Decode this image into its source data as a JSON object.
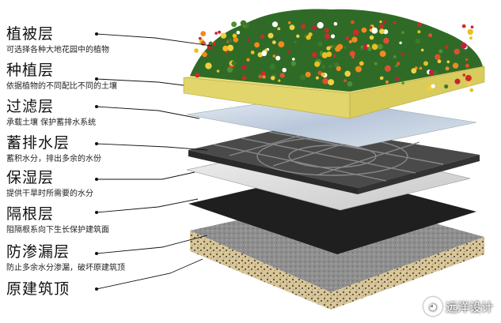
{
  "layers": [
    {
      "title": "植被层",
      "desc": "可选择各种大地花园中的植物"
    },
    {
      "title": "种植层",
      "desc": "依据植物的不同配比不同的土壤"
    },
    {
      "title": "过滤层",
      "desc": "承载土壤 保护蓄排水系统"
    },
    {
      "title": "蓄排水层",
      "desc": "蓄积水分，排出多余的水份"
    },
    {
      "title": "保湿层",
      "desc": "提供干旱时所需要的水分"
    },
    {
      "title": "隔根层",
      "desc": "阻隔根系向下生长保护建筑面"
    },
    {
      "title": "防渗漏层",
      "desc": "防止多余水分渗漏，破坏原建筑顶"
    },
    {
      "title": "原建筑顶",
      "desc": ""
    }
  ],
  "watermark": {
    "text": "远洋设计",
    "icon": "wechat-icon"
  },
  "colors": {
    "soil": "#e6dc7a",
    "filter": "#c9d6e6",
    "drainage": "#2e2e2e",
    "moisture": "#d6d6d6",
    "root_barrier": "#1e1e1e",
    "roof": "#8a8a8a"
  }
}
